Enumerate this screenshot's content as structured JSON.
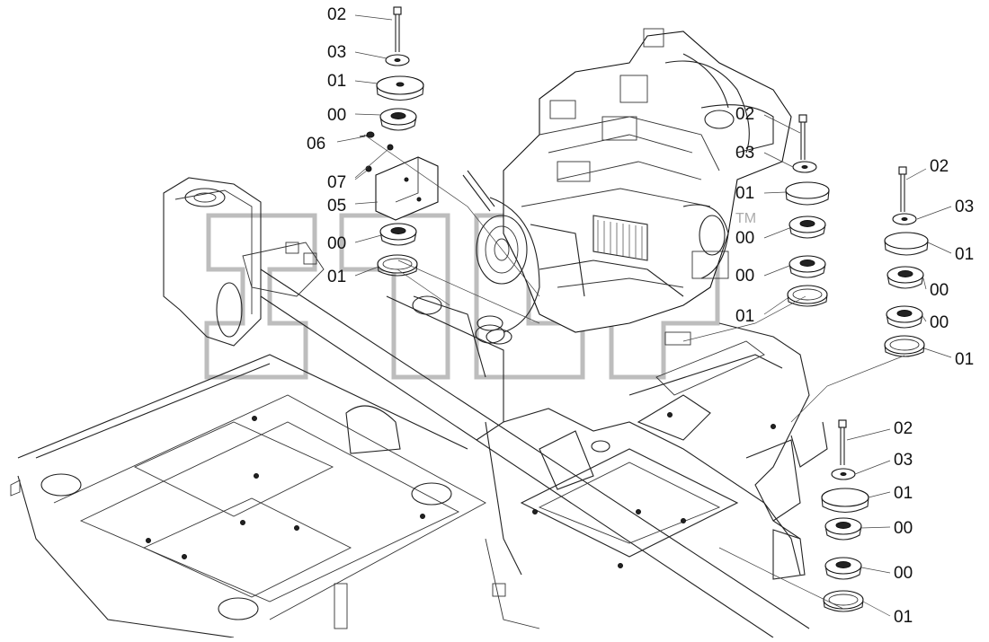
{
  "diagram": {
    "callouts": [
      {
        "id": "c1",
        "text": "02"
      },
      {
        "id": "c2",
        "text": "03"
      },
      {
        "id": "c3",
        "text": "01"
      },
      {
        "id": "c4",
        "text": "00"
      },
      {
        "id": "c5",
        "text": "06"
      },
      {
        "id": "c6",
        "text": "07"
      },
      {
        "id": "c7",
        "text": "05"
      },
      {
        "id": "c8",
        "text": "00"
      },
      {
        "id": "c9",
        "text": "01"
      },
      {
        "id": "c10",
        "text": "02"
      },
      {
        "id": "c11",
        "text": "03"
      },
      {
        "id": "c12",
        "text": "01"
      },
      {
        "id": "c13",
        "text": "00"
      },
      {
        "id": "c14",
        "text": "00"
      },
      {
        "id": "c15",
        "text": "01"
      },
      {
        "id": "c16",
        "text": "02"
      },
      {
        "id": "c17",
        "text": "03"
      },
      {
        "id": "c18",
        "text": "01"
      },
      {
        "id": "c19",
        "text": "00"
      },
      {
        "id": "c20",
        "text": "00"
      },
      {
        "id": "c21",
        "text": "01"
      },
      {
        "id": "c22",
        "text": "02"
      },
      {
        "id": "c23",
        "text": "03"
      },
      {
        "id": "c24",
        "text": "01"
      },
      {
        "id": "c25",
        "text": "00"
      },
      {
        "id": "c26",
        "text": "00"
      },
      {
        "id": "c27",
        "text": "01"
      }
    ],
    "watermark": {
      "trademark": "TM"
    }
  }
}
